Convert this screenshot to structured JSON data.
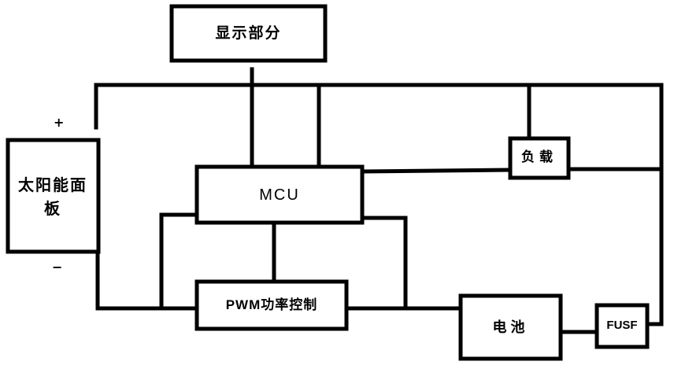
{
  "blocks": {
    "display": "显示部分",
    "solar_panel": "太阳能面板",
    "mcu": "MCU",
    "load": "负载",
    "pwm": "PWM功率控制",
    "battery": "电池",
    "fuse": "FUSF"
  },
  "polarity": {
    "positive": "+",
    "negative": "−"
  }
}
